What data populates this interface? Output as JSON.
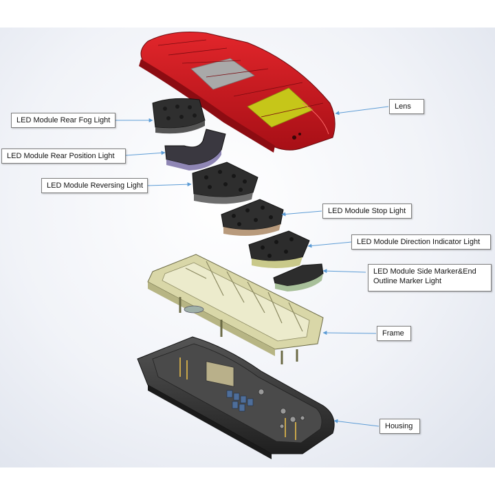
{
  "labels": {
    "lens": "Lens",
    "rear_fog": "LED Module Rear Fog Light",
    "rear_position": "LED Module Rear Position Light",
    "reversing": "LED Module Reversing Light",
    "stop": "LED Module Stop Light",
    "direction_indicator": "LED Module Direction Indicator Light",
    "side_marker": "LED Module Side Marker&End Outline Marker Light",
    "frame": "Frame",
    "housing": "Housing"
  },
  "colors": {
    "lens_red": "#c8141c",
    "lens_grey": "#9a9a9a",
    "lens_yellow": "#c6c619",
    "module_dark": "#2c2c2c",
    "rear_position_tint": "#8f86b5",
    "stop_tint": "#b89a7c",
    "indicator_tint": "#c9c98a",
    "side_marker_tint": "#a8c09a",
    "frame": "#cfcd9a",
    "housing": "#3b3b3b",
    "leader_line": "#5b9bd5"
  }
}
